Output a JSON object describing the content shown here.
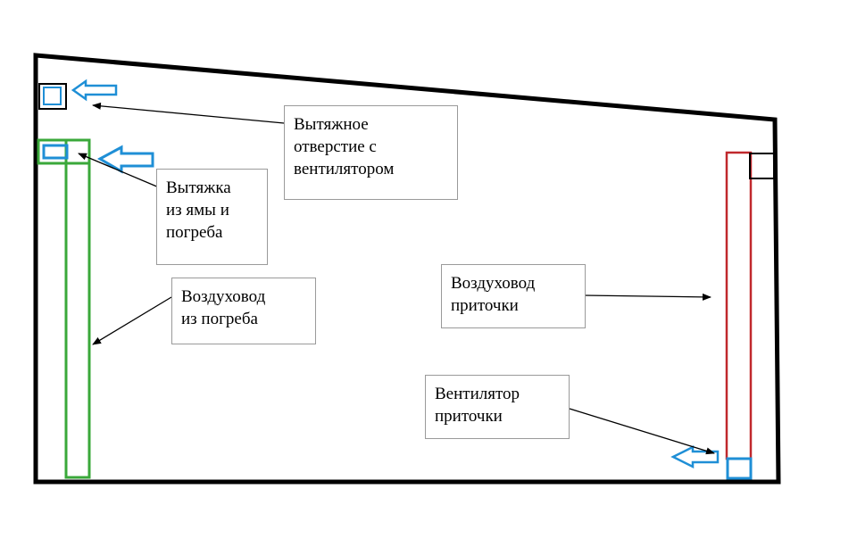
{
  "diagram": {
    "colors": {
      "wall": "#000000",
      "exhaust_duct": "#3aa83a",
      "supply_duct": "#c0282d",
      "vent_openings": "#1f8fd6",
      "label_border": "#9a9a9a"
    },
    "labels": {
      "exhaust_hole": [
        "Вытяжное",
        "отверстие с",
        "вентилятором"
      ],
      "pit_exhaust": [
        "Вытяжка",
        "из ямы и",
        "погреба"
      ],
      "cellar_duct": [
        "Воздуховод",
        "из погреба"
      ],
      "supply_duct": [
        "Воздуховод",
        "приточки"
      ],
      "supply_fan": [
        "Вентилятор",
        "приточки"
      ]
    }
  }
}
